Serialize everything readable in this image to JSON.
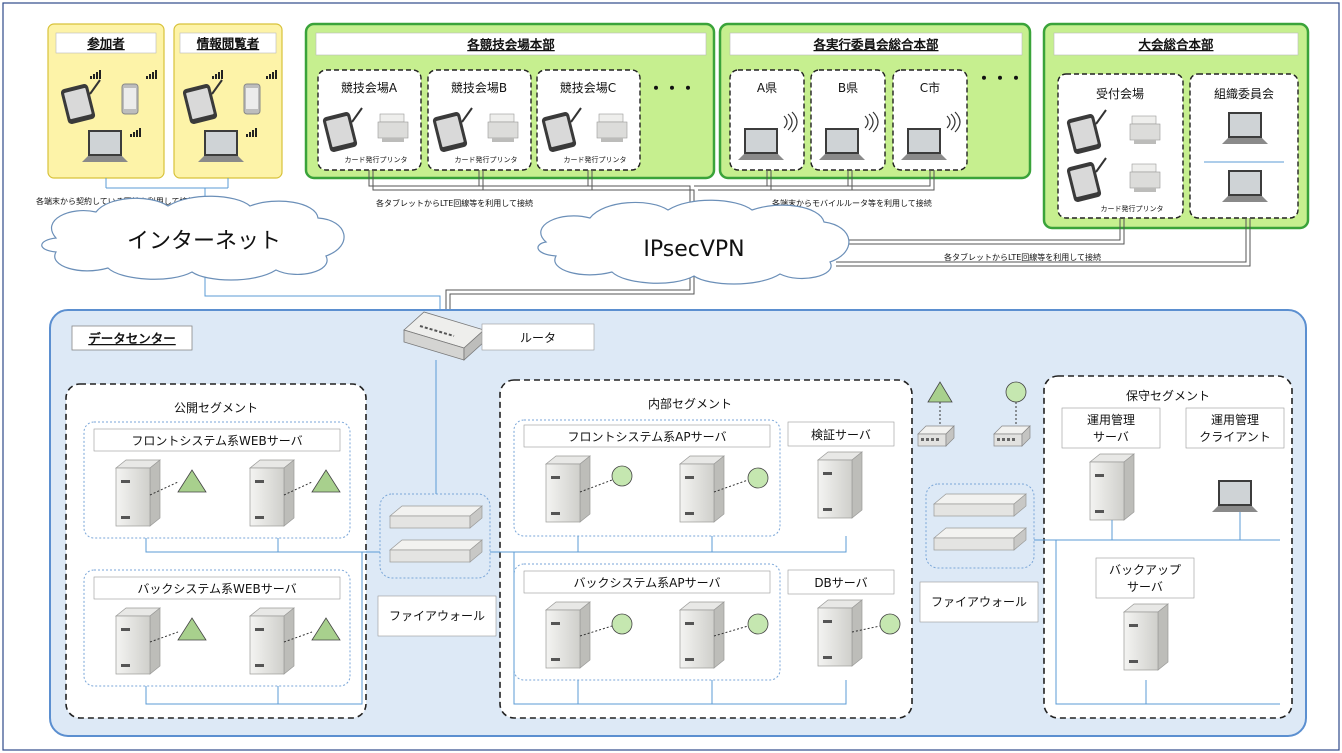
{
  "user_groups": {
    "participants": "参加者",
    "viewers": "情報閲覧者",
    "line_note": "各端末から契約している回線を利用して接続"
  },
  "venue_hq": {
    "title": "各競技会場本部",
    "venues": [
      "競技会場A",
      "競技会場B",
      "競技会場C"
    ],
    "printer_label": "カード発行プリンタ",
    "more": "・・・",
    "line_note": "各タブレットからLTE回線等を利用して接続"
  },
  "committee_hq": {
    "title": "各実行委員会総合本部",
    "sites": [
      "A県",
      "B県",
      "C市"
    ],
    "more": "・・・",
    "line_note": "各端末からモバイルルータ等を利用して接続"
  },
  "tournament_hq": {
    "title": "大会総合本部",
    "reception": "受付会場",
    "organizing_committee": "組織委員会",
    "printer_label": "カード発行プリンタ",
    "line_note": "各タブレットからLTE回線等を利用して接続"
  },
  "networks": {
    "internet": "インターネット",
    "vpn": "IPsecVPN"
  },
  "datacenter": {
    "title": "データセンター",
    "router": "ルータ",
    "firewall": "ファイアウォール",
    "public_segment": {
      "title": "公開セグメント",
      "front_web": "フロントシステム系WEBサーバ",
      "back_web": "バックシステム系WEBサーバ"
    },
    "internal_segment": {
      "title": "内部セグメント",
      "front_ap": "フロントシステム系APサーバ",
      "back_ap": "バックシステム系APサーバ",
      "verify_server": "検証サーバ",
      "db_server": "DBサーバ"
    },
    "maintenance_segment": {
      "title": "保守セグメント",
      "ops_server": [
        "運用管理",
        "サーバ"
      ],
      "ops_client": [
        "運用管理",
        "クライアント"
      ],
      "backup_server": [
        "バックアップ",
        "サーバ"
      ]
    }
  },
  "colors": {
    "user_group_fill": "#fdf3a8",
    "user_group_border": "#d8c23a",
    "hq_fill": "#c6ef8f",
    "hq_border": "#3aa33a",
    "datacenter_fill": "#dde9f6",
    "datacenter_border": "#5b8fd0",
    "line": "#5b9bd5",
    "vpn_line": "#555555",
    "triangle": "#a8d08d",
    "circle": "#c5e7b0"
  }
}
